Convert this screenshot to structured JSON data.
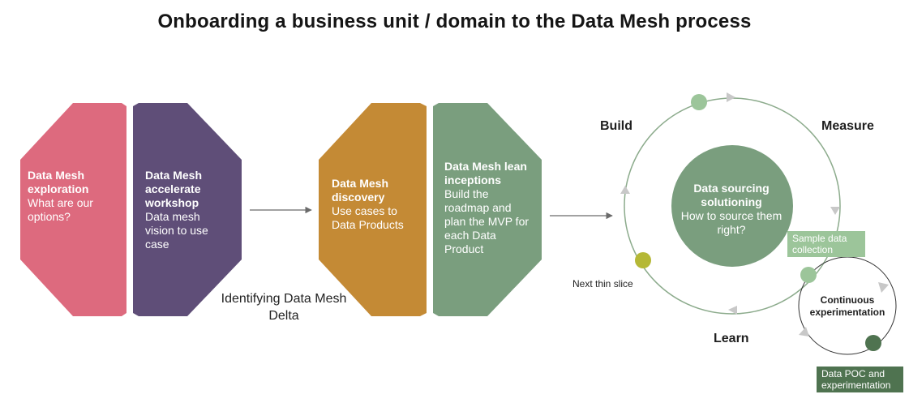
{
  "title": "Onboarding a business unit / domain to the Data Mesh process",
  "colors": {
    "pink": "#dd6a7e",
    "purple": "#5f4e78",
    "orange": "#c48a35",
    "green": "#7a9e7e",
    "light_green": "#9cc59a",
    "olive": "#b5b836",
    "dark_green": "#4f7350",
    "cycle_line": "#8cab8c",
    "arrow_gray": "#c8c8c8"
  },
  "steps": [
    {
      "heading": "Data Mesh exploration",
      "body": "What are our options?"
    },
    {
      "heading": "Data Mesh accelerate workshop",
      "body": "Data mesh vision to use case"
    },
    {
      "heading": "Data Mesh discovery",
      "body": "Use cases to Data Products"
    },
    {
      "heading": "Data Mesh lean inceptions",
      "body": "Build the roadmap and plan the MVP for each Data Product"
    }
  ],
  "delta_label": "Identifying Data Mesh Delta",
  "cycle": {
    "build": "Build",
    "measure": "Measure",
    "learn": "Learn",
    "center_heading": "Data sourcing solutioning",
    "center_body": "How to source them right?",
    "next_slice": "Next thin slice"
  },
  "sub_cycle": {
    "sample_tag": "Sample data collection",
    "continuous": "Continuous experimentation",
    "poc_tag": "Data POC and experimentation"
  }
}
